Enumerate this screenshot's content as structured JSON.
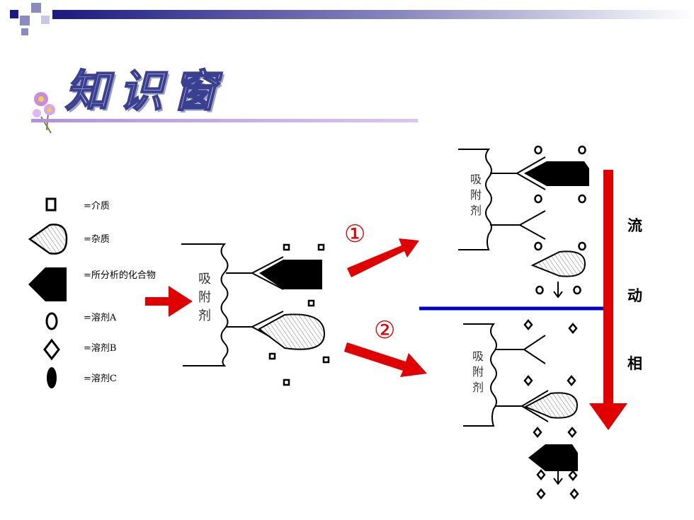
{
  "title": "知识窗",
  "legend": [
    {
      "symbol": "medium",
      "label": "=介质"
    },
    {
      "symbol": "impurity",
      "label": "=杂质"
    },
    {
      "symbol": "analyte",
      "label": "=所分析的化合物"
    },
    {
      "symbol": "solvent-a",
      "label": "=溶剂A"
    },
    {
      "symbol": "solvent-b",
      "label": "=溶剂B"
    },
    {
      "symbol": "solvent-c",
      "label": "=溶剂C"
    }
  ],
  "adsorbent_label": "吸附剂",
  "step1": "①",
  "step2": "②",
  "mobile_phase": [
    "流",
    "动",
    "相"
  ],
  "colors": {
    "arrow_red": "#e00000",
    "divider_blue": "#0000cc",
    "title_fill": "#c9d3f7",
    "title_stroke": "#3b3f8f"
  },
  "icons": [
    "flower-icon",
    "corner-squares-icon"
  ]
}
